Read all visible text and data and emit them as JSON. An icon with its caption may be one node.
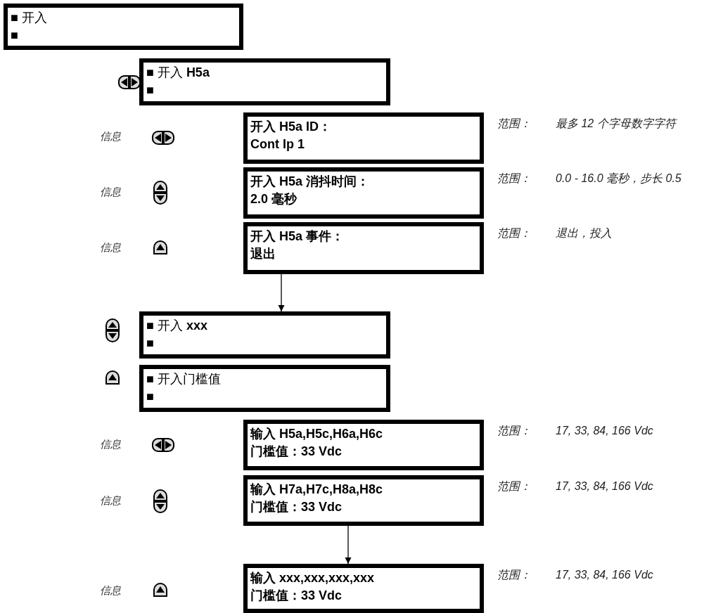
{
  "diagram": {
    "nodes": [
      {
        "text": [
          "■ 开入",
          "■"
        ]
      },
      {
        "text": [
          "■ 开入 **H5a**",
          "■"
        ]
      },
      {
        "text": [
          "开入 H5a ID：",
          "Cont Ip 1"
        ],
        "beside": [
          "范围：",
          "最多 12 个字母数字字符"
        ]
      },
      {
        "text": [
          "开入 H5a 消抖时间：",
          "2.0 毫秒"
        ],
        "beside": [
          "范围：",
          "0.0 - 16.0 毫秒，步长 0.5"
        ]
      },
      {
        "text": [
          "开入 H5a 事件：",
          "退出"
        ],
        "beside": [
          "范围：",
          "退出，投入"
        ]
      },
      {
        "text": [
          "■ 开入 **xxx**",
          "■"
        ]
      },
      {
        "text": [
          "■ 开入门槛值",
          "■"
        ]
      },
      {
        "text": [
          "输入 H5a,H5c,H6a,H6c",
          "门槛值：33 Vdc"
        ],
        "beside": [
          "范围：",
          "17, 33, 84, 166 Vdc"
        ]
      },
      {
        "text": [
          "输入 H7a,H7c,H8a,H8c",
          "门槛值：33 Vdc"
        ],
        "beside": [
          "范围：",
          "17, 33, 84, 166 Vdc"
        ]
      },
      {
        "text": [
          "输入 xxx,xxx,xxx,xxx",
          "门槛值：33 Vdc"
        ],
        "beside": [
          "范围：",
          "17, 33, 84, 166 Vdc"
        ]
      }
    ],
    "edges": [
      {
        "from": 4,
        "to": 5,
        "arrow": "to"
      },
      {
        "from": 8,
        "to": 9,
        "arrow": "to"
      }
    ],
    "labels": [
      "信息",
      "信息",
      "信息",
      "信息",
      "信息",
      "信息"
    ]
  }
}
